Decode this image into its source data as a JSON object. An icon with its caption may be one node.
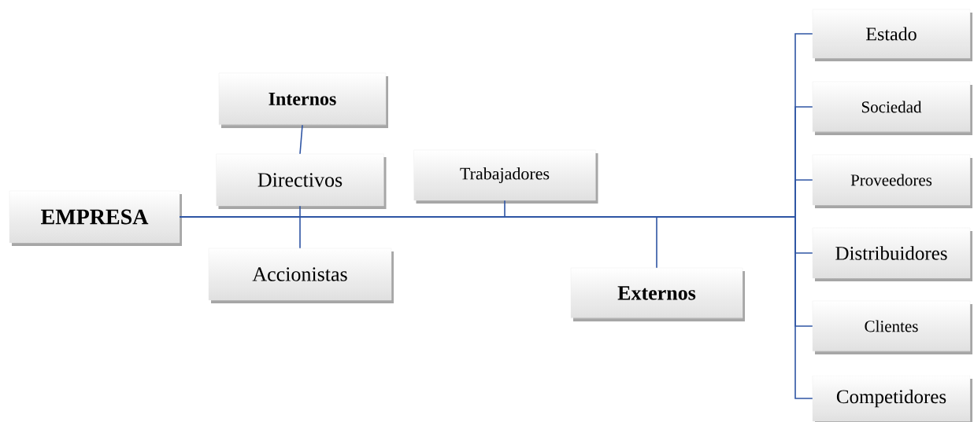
{
  "diagram": {
    "nodes": [
      {
        "text": [
          "EMPRESA"
        ]
      },
      {
        "text": [
          "Internos"
        ]
      },
      {
        "text": [
          "Directivos"
        ]
      },
      {
        "text": [
          "Accionistas"
        ]
      },
      {
        "text": [
          "Trabajadores"
        ]
      },
      {
        "text": [
          "Externos"
        ]
      },
      {
        "text": [
          "Estado"
        ]
      },
      {
        "text": [
          "Sociedad"
        ]
      },
      {
        "text": [
          "Proveedores"
        ]
      },
      {
        "text": [
          "Distribuidores"
        ]
      },
      {
        "text": [
          "Clientes"
        ]
      },
      {
        "text": [
          "Competidores"
        ]
      }
    ],
    "edges": [
      {
        "from": 1,
        "to": 2,
        "arrow": "none"
      },
      {
        "from": 0,
        "to": 2,
        "arrow": "none"
      },
      {
        "from": 0,
        "to": 3,
        "arrow": "none"
      },
      {
        "from": 0,
        "to": 4,
        "arrow": "none"
      },
      {
        "from": 0,
        "to": 5,
        "arrow": "none"
      },
      {
        "from": 0,
        "to": 6,
        "arrow": "none"
      },
      {
        "from": 0,
        "to": 7,
        "arrow": "none"
      },
      {
        "from": 0,
        "to": 8,
        "arrow": "none"
      },
      {
        "from": 0,
        "to": 9,
        "arrow": "none"
      },
      {
        "from": 0,
        "to": 10,
        "arrow": "none"
      },
      {
        "from": 0,
        "to": 11,
        "arrow": "none"
      }
    ]
  }
}
